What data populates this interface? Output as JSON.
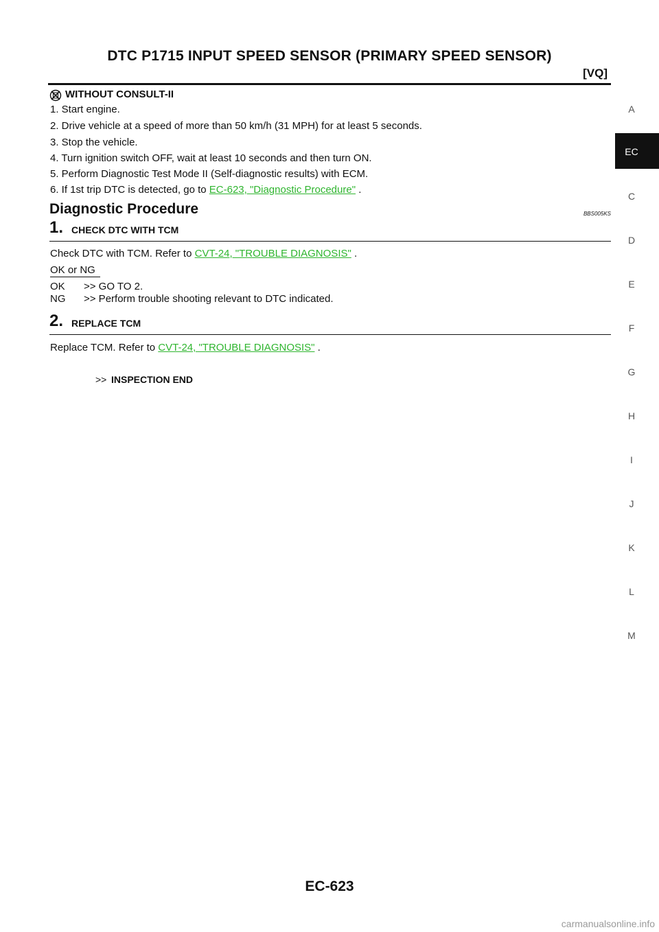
{
  "header": {
    "title": "DTC P1715 INPUT SPEED SENSOR (PRIMARY SPEED SENSOR)",
    "variant": "[VQ]"
  },
  "without_consult": {
    "icon": "no-consult-tool-icon",
    "heading": "WITHOUT CONSULT-II",
    "steps": [
      "1. Start engine.",
      "2. Drive vehicle at a speed of more than 50 km/h (31 MPH) for at least 5 seconds.",
      "3. Stop the vehicle.",
      "4. Turn ignition switch OFF, wait at least 10 seconds and then turn ON.",
      "5. Perform Diagnostic Test Mode II (Self-diagnostic results) with ECM."
    ],
    "step6_prefix": "6. If 1st trip DTC is detected, go to ",
    "step6_link": "EC-623, \"Diagnostic Procedure\"",
    "step6_suffix": " ."
  },
  "procedure": {
    "heading": "Diagnostic Procedure",
    "code": "BBS005KS",
    "step1": {
      "number": "1.",
      "title": "CHECK DTC WITH TCM",
      "text_prefix": "Check DTC with TCM. Refer to ",
      "link": "CVT-24, \"TROUBLE DIAGNOSIS\"",
      "text_suffix": " .",
      "ok_ng_label": "OK or NG",
      "ok_code": "OK",
      "ok_text": ">> GO TO 2.",
      "ng_code": "NG",
      "ng_text": ">> Perform trouble shooting relevant to DTC indicated."
    },
    "step2": {
      "number": "2.",
      "title": "REPLACE TCM",
      "text_prefix": "Replace TCM. Refer to ",
      "link": "CVT-24, \"TROUBLE DIAGNOSIS\"",
      "text_suffix": " .",
      "end_arrow": ">>",
      "end_text": "INSPECTION END"
    }
  },
  "side_tabs": {
    "active": "EC",
    "letters": [
      "A",
      "EC",
      "C",
      "D",
      "E",
      "F",
      "G",
      "H",
      "I",
      "J",
      "K",
      "L",
      "M"
    ]
  },
  "footer": {
    "page_number": "EC-623",
    "watermark": "carmanualsonline.info"
  },
  "colors": {
    "link": "#2fb52f",
    "text": "#111111",
    "tab_active_bg": "#111111"
  }
}
